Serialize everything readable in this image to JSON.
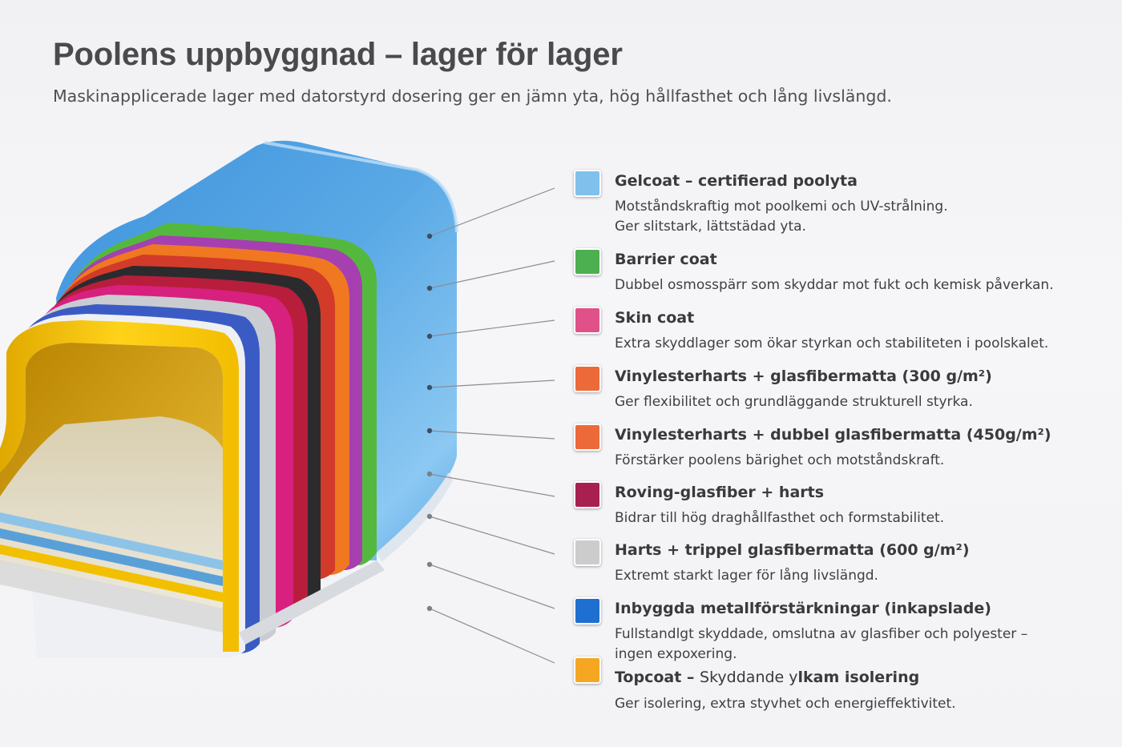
{
  "header": {
    "title": "Poolens uppbyggnad – lager för lager",
    "subtitle": "Maskinapplicerade lager med datorstyrd dosering ger en jämn yta, hög hållfasthet och lång livslängd."
  },
  "layers": [
    {
      "id": "gelcoat",
      "title": "Gelcoat – certifierad poolyta",
      "desc": "Motståndskraftig mot poolkemi och UV-strålning.\nGer slitstark, lättstädad yta.",
      "color": "#7fc0ec"
    },
    {
      "id": "barrier",
      "title": "Barrier coat",
      "desc": "Dubbel osmosspärr som skyddar mot fukt och kemisk påverkan.",
      "color": "#4caf50"
    },
    {
      "id": "skin",
      "title": "Skin coat",
      "desc": "Extra skyddlager som ökar styrkan och stabiliteten i poolskalet.",
      "color": "#e0518a"
    },
    {
      "id": "vinyl300",
      "title": "Vinylesterharts + glasfibermatta (300 g/m²)",
      "desc": "Ger flexibilitet och grundläggande strukturell styrka.",
      "color": "#ec6a3a"
    },
    {
      "id": "vinyl450",
      "title": "Vinylesterharts + dubbel glasfibermatta (450g/m²)",
      "desc": "Förstärker poolens bärighet och motståndskraft.",
      "color": "#ec6a3a"
    },
    {
      "id": "roving",
      "title": "Roving-glasfiber + harts",
      "desc": "Bidrar till hög draghållfasthet och formstabilitet.",
      "color": "#a8204f"
    },
    {
      "id": "triple",
      "title": "Harts + trippel glasfibermatta (600 g/m²)",
      "desc": "Extremt starkt lager för lång livslängd.",
      "color": "#cccccc"
    },
    {
      "id": "metal",
      "title": "Inbyggda metallförstärkningar  (inkapslade)",
      "desc": "Fullstandlgt skyddade, omslutna av glasfiber och polyester –\ningen expoxering.",
      "color": "#1f6fd0"
    },
    {
      "id": "topcoat",
      "title_bold": "Topcoat – ",
      "title_light": "Skyddande y",
      "title_bold2": "lkam isolering",
      "desc": "Ger isolering, extra styvhet och energieffektivitet.",
      "color": "#f5a623"
    }
  ],
  "colors": {
    "shell_blue": "#5aa9e6",
    "green": "#55b83e",
    "purple": "#a63fb0",
    "orange": "#f07820",
    "red": "#d23a2a",
    "black": "#2b2b2e",
    "crimson": "#b81e3c",
    "magenta": "#d8207f",
    "silver": "#c9ccd1",
    "royal_blue": "#3b5bc4",
    "yellow": "#f5c400",
    "leader_line": "#8a8d93"
  }
}
